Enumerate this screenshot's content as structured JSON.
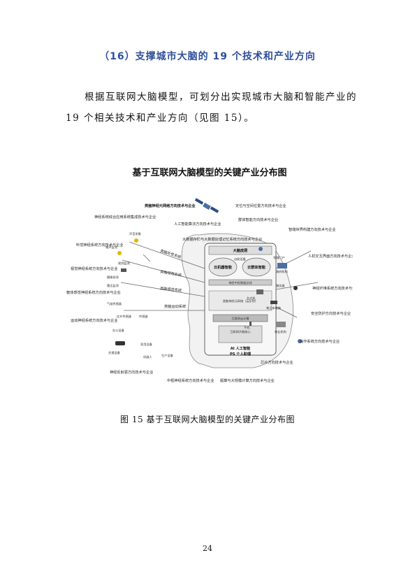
{
  "section_title": "（16）支撑城市大脑的 19 个技术和产业方向",
  "paragraph": "根据互联网大脑模型，可划分出实现城市大脑和智能产业的 19 个相关技术和产业方向（见图 15）。",
  "figure": {
    "title": "基于互联网大脑模型的关键产业分布图",
    "directions": [
      "类脑神经元网络方向技术与企业",
      "定位与空间位置方向技术与企业",
      "神经系统综合应用系统集成技术与企业",
      "人工智能算法方向技术与企业",
      "群体智能方向技术与企业",
      "智端世界构建方向技术与企业",
      "大数据存贮与大数据处理记忆系统方向技术与企业",
      "听觉神经系统方向技术与企业",
      "人机交互界面方向技术与企业",
      "视觉神经系统方向技术与企业",
      "神经纤维系统方向技术与企业",
      "躯体感觉神经系统方向技术与企业",
      "安全防护方向技术与企业",
      "运动神经系统方向技术与企业",
      "操作系统方向技术与企业",
      "芯片方向技术与企业",
      "神经反射弧方向技术与企业",
      "中枢神经系统方向技术与企业",
      "超算与大规模计算方向技术与企业"
    ],
    "nodes": {
      "sound": "声音采集",
      "noise": "噪声监测",
      "surveillance": "视频监测",
      "camera_probe": "摄像探测",
      "radar": "雷达监测",
      "weather": "气候传感器",
      "sensor1": "红外传感器",
      "sensor2": "传感器",
      "office": "办公设备",
      "home": "家用设备",
      "traffic": "交通设备",
      "robot": "机器人",
      "production": "生产设备",
      "kiosk": "自助设备",
      "pc": "台式机",
      "laptop": "笔记本电脑",
      "phone": "手机",
      "server": "服务器",
      "business": "商业机构",
      "gov": "政府机构",
      "portal": "领域门户"
    },
    "brain": {
      "top": "大脑皮层",
      "cloud_left": "云机器智能",
      "cloud_right": "云群体智能",
      "bus": "神经中枢数据总线",
      "mid": "类脑神经元网络（云反射）",
      "bottom": "互联网云计算",
      "core": "互联网大脑核心",
      "ai": "AI 人工智能",
      "ps": "PS 个人助理"
    },
    "fibers": {
      "auditory": "类脑听觉系统",
      "visual": "类脑视觉系统",
      "somatic": "类脑感觉系统",
      "motor": "类脑运动系统"
    }
  },
  "caption": "图 15 基于互联网大脑模型的关键产业分布图",
  "page_number": "24"
}
